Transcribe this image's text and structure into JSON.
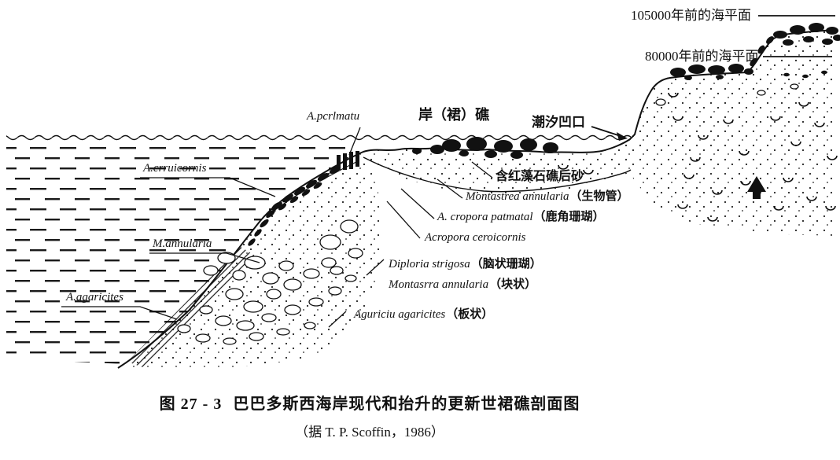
{
  "sea_levels": {
    "y105000": "105000年前的海平面",
    "y80000": "80000年前的海平面"
  },
  "zone_labels": {
    "fringing_reef": "岸（裙）礁",
    "tidal_notch": "潮汐凹口",
    "backreef_sand": "含红藻石礁后砂"
  },
  "species": {
    "a_palmata_top": {
      "latin": "A.pcrlmatu"
    },
    "a_cervicornis_left": {
      "latin": "A.crruicornis"
    },
    "montastrea_tube": {
      "latin": "Montastrea annularia",
      "cn": "（生物管）"
    },
    "acropora_palmata": {
      "latin": "A. cropora patmatal",
      "cn": "（鹿角珊瑚）"
    },
    "acropora_cervicornis": {
      "latin": "Acropora ceroicornis"
    },
    "m_annularia_left": {
      "latin": "M.annularia"
    },
    "diploria_strigosa": {
      "latin": "Diploria strigosa",
      "cn": "（脑状珊瑚）"
    },
    "montastrea_massive": {
      "latin": "Montasrra annularia",
      "cn": "（块状）"
    },
    "a_agaricites_left": {
      "latin": "A.agaricites"
    },
    "agaricia_platy": {
      "latin": "Aguriciu agaricites",
      "cn": "（板状）"
    }
  },
  "caption": {
    "figure_number": "图 27 - 3",
    "title": "巴巴多斯西海岸现代和抬升的更新世裙礁剖面图",
    "source": "（据 T. P. Scoffin，1986）"
  }
}
